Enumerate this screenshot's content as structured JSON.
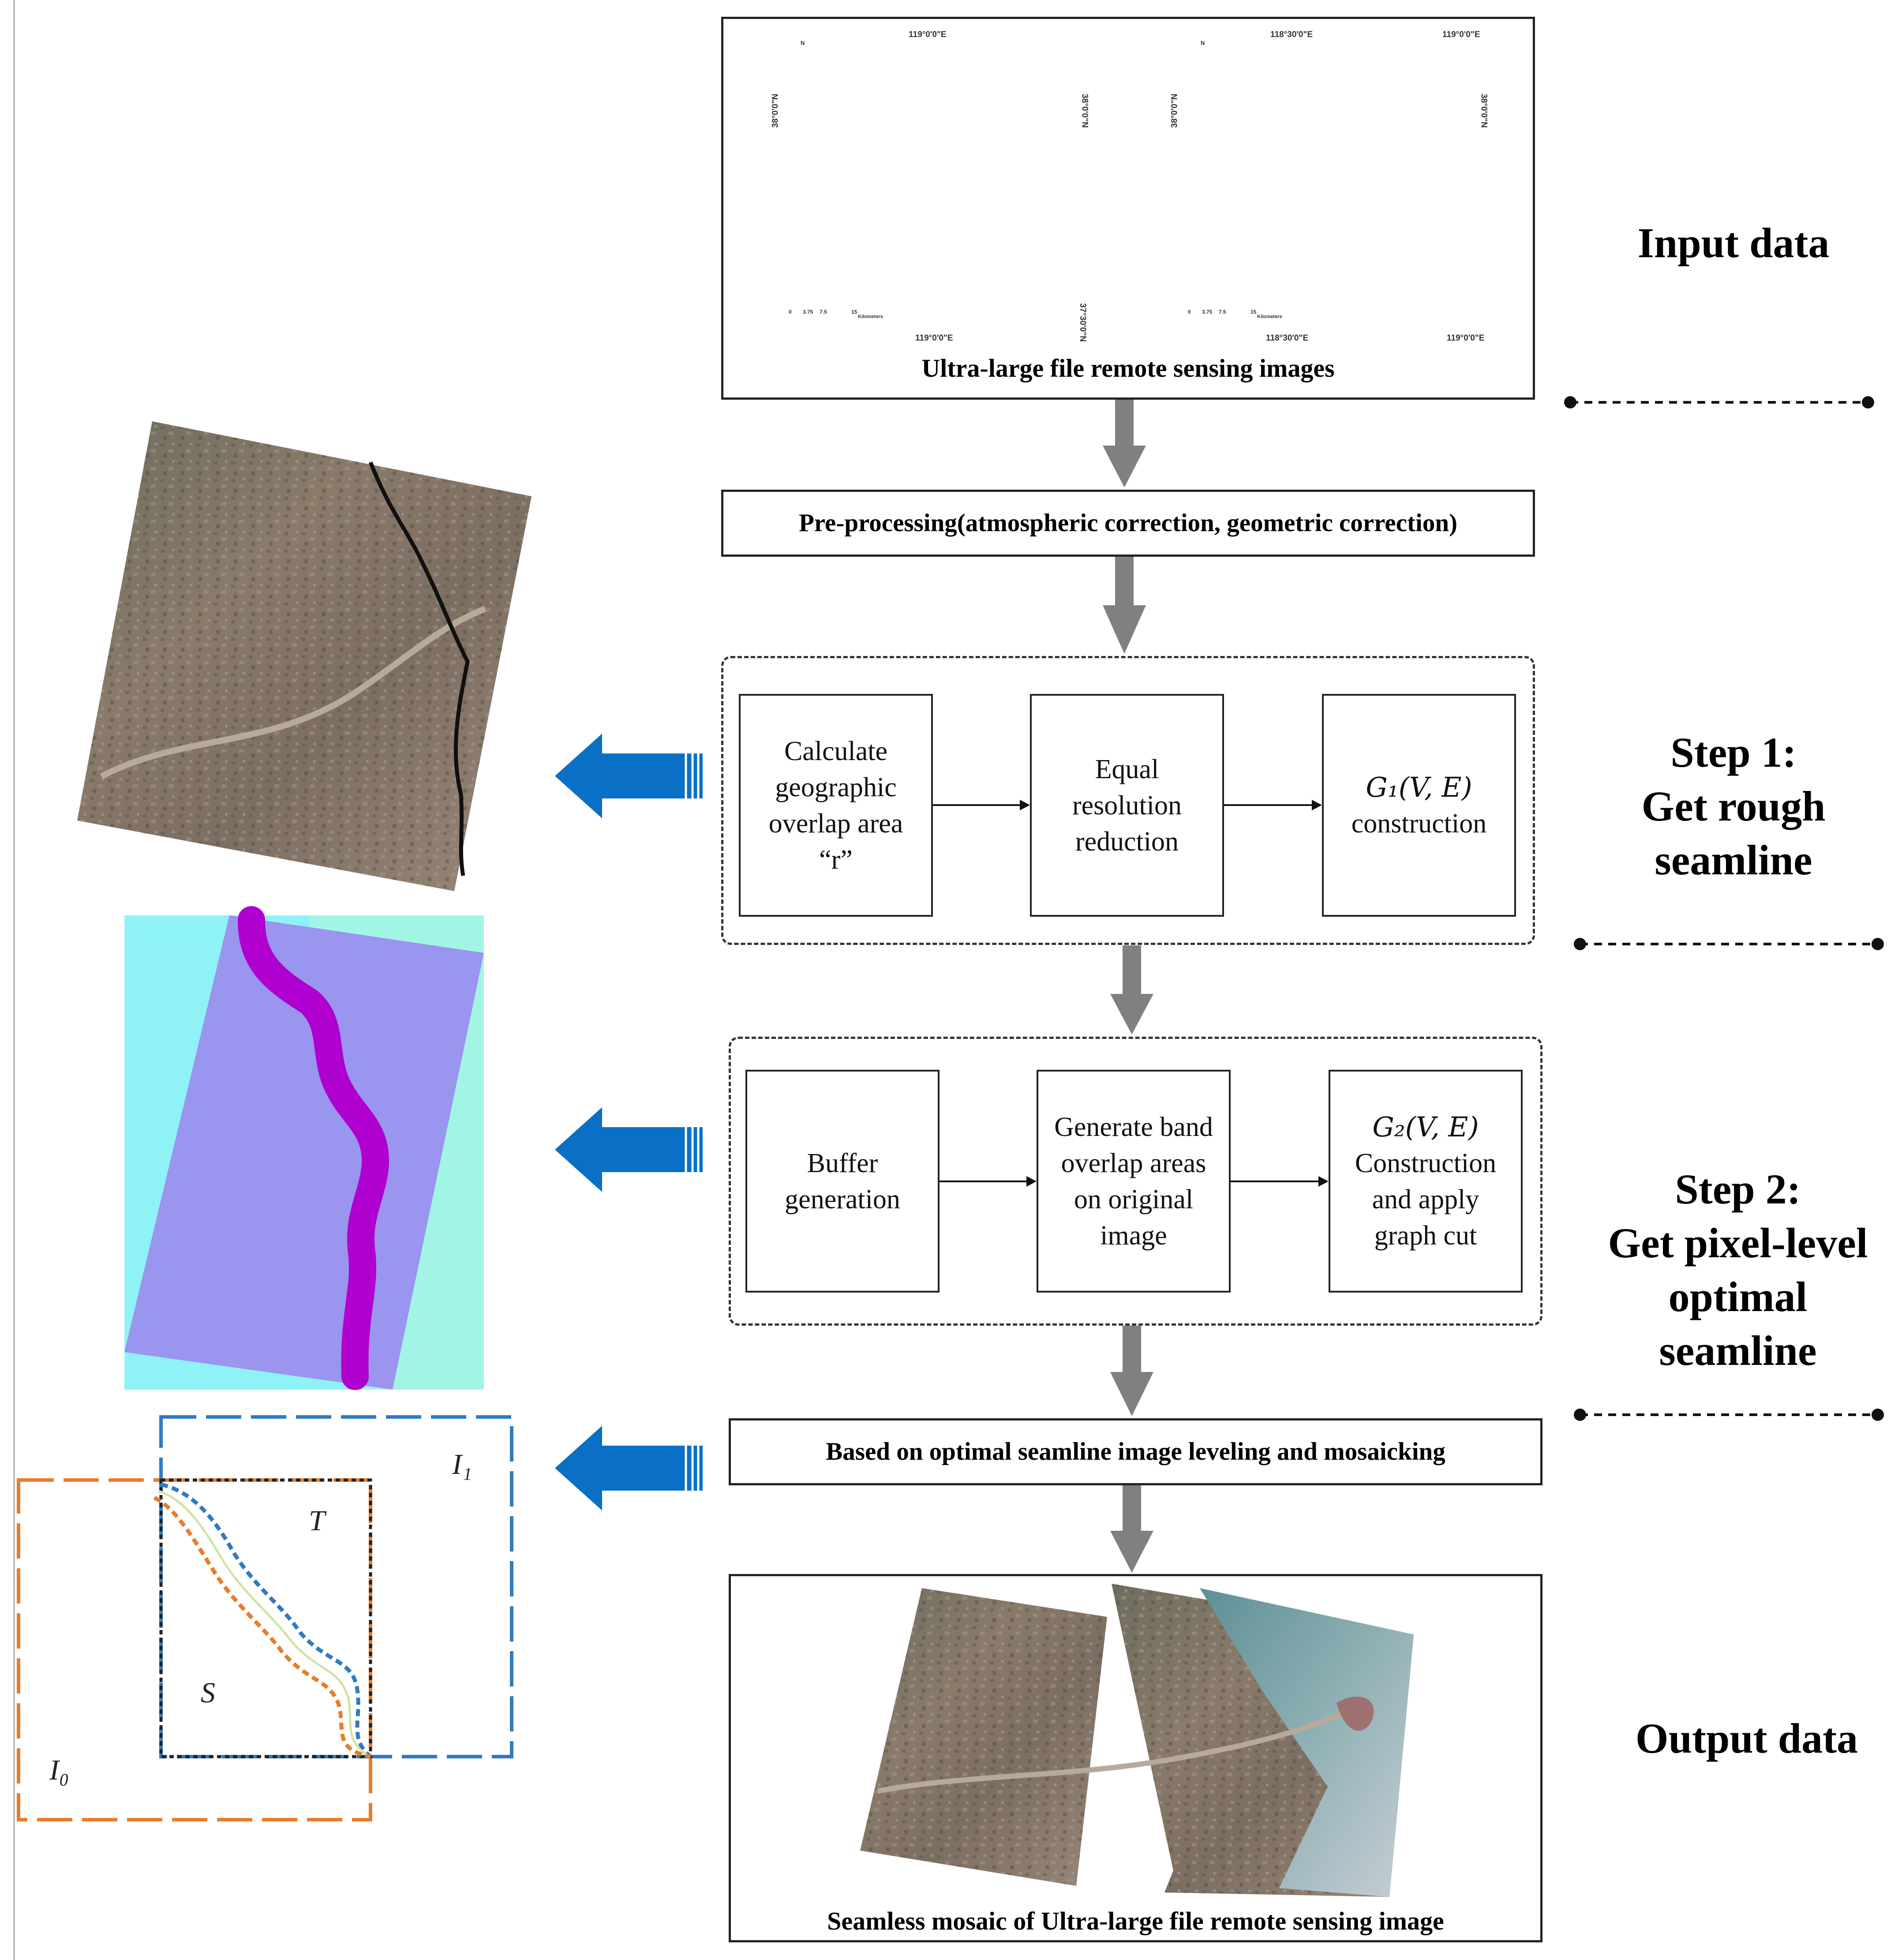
{
  "flow": {
    "input_caption": "Ultra-large file remote sensing images",
    "preprocess_label": "Pre-processing(atmospheric correction, geometric correction)",
    "step1_boxes": [
      {
        "text": "Calculate\ngeographic\noverlap area\n“r”"
      },
      {
        "text": "Equal\nresolution\nreduction"
      },
      {
        "math": "G₁(V, E)",
        "text": "construction"
      }
    ],
    "step2_boxes": [
      {
        "text": "Buffer\ngeneration"
      },
      {
        "text": "Generate band\noverlap areas\non original\nimage"
      },
      {
        "math": "G₂(V, E)",
        "text": "Construction\nand apply\ngraph cut"
      }
    ],
    "mosaic_label": "Based on optimal seamline image leveling and mosaicking",
    "output_caption": "Seamless mosaic of Ultra-large file remote sensing image"
  },
  "stages": {
    "input": "Input data",
    "step1": "Step 1:\nGet rough\nseamline",
    "step2": "Step 2:\nGet pixel-level\noptimal\nseamline",
    "output": "Output data"
  },
  "maps": {
    "left_map_top_label": "119°0'0\"E",
    "left_map_bottom_label": "119°0'0\"E",
    "left_map_left_label": "38°0'0\"N",
    "left_map_right_label": "38°0'0\"N",
    "left_map_right_bottom_label": "37°30'0\"N",
    "right_map_top_labels": [
      "118°30'0\"E",
      "119°0'0\"E"
    ],
    "right_map_bottom_labels": [
      "118°30'0\"E",
      "119°0'0\"E"
    ],
    "right_map_left_label": "38°0'0\"N",
    "right_map_right_label": "38°0'0\"N",
    "scale_units": "Kilometers",
    "scale_ticks": [
      "0",
      "3.75",
      "7.5",
      "15"
    ],
    "north": "N"
  },
  "illustration": {
    "label_i1": "I₁",
    "label_i0": "I₀",
    "label_t": "T",
    "label_s": "S"
  },
  "colors": {
    "arrow_gray": "#808080",
    "arrow_blue": "#0a70c6",
    "orange": "#e87d2a",
    "blue": "#2f7bc0",
    "buffer_purple": "#b000d0",
    "overlap_cyan": "#8ef2f7",
    "overlap_violet": "#9a95ee"
  }
}
